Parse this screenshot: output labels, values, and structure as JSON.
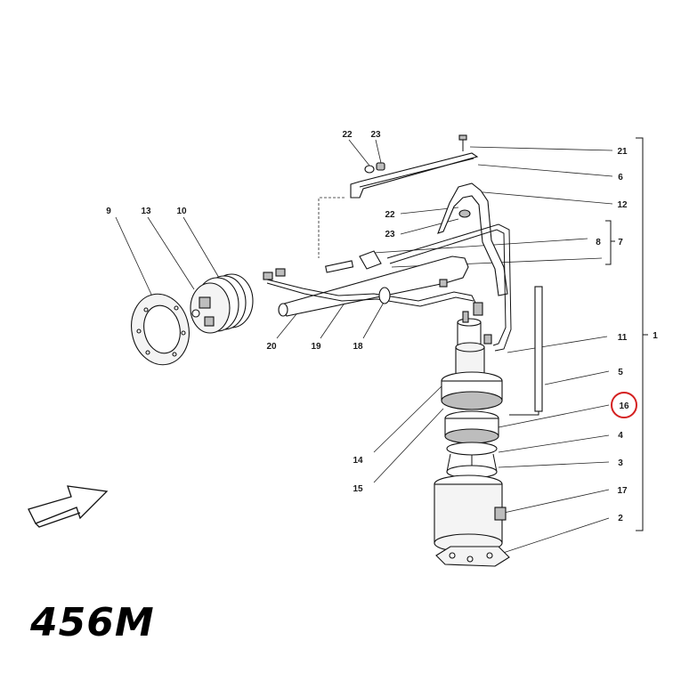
{
  "model": "456M",
  "highlight": {
    "part": "16",
    "color": "#d42020"
  },
  "callouts": [
    {
      "id": "c22a",
      "text": "22"
    },
    {
      "id": "c23a",
      "text": "23"
    },
    {
      "id": "c21",
      "text": "21"
    },
    {
      "id": "c6",
      "text": "6"
    },
    {
      "id": "c12",
      "text": "12"
    },
    {
      "id": "c22b",
      "text": "22"
    },
    {
      "id": "c23b",
      "text": "23"
    },
    {
      "id": "c8",
      "text": "8"
    },
    {
      "id": "c7",
      "text": "7"
    },
    {
      "id": "c9",
      "text": "9"
    },
    {
      "id": "c13",
      "text": "13"
    },
    {
      "id": "c10",
      "text": "10"
    },
    {
      "id": "c20",
      "text": "20"
    },
    {
      "id": "c19",
      "text": "19"
    },
    {
      "id": "c18",
      "text": "18"
    },
    {
      "id": "c11",
      "text": "11"
    },
    {
      "id": "c1",
      "text": "1"
    },
    {
      "id": "c5",
      "text": "5"
    },
    {
      "id": "c16",
      "text": "16"
    },
    {
      "id": "c4",
      "text": "4"
    },
    {
      "id": "c14",
      "text": "14"
    },
    {
      "id": "c3",
      "text": "3"
    },
    {
      "id": "c15",
      "text": "15"
    },
    {
      "id": "c17",
      "text": "17"
    },
    {
      "id": "c2",
      "text": "2"
    }
  ]
}
